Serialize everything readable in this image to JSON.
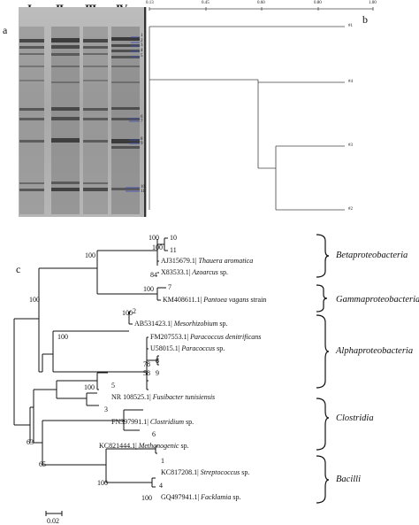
{
  "panels": {
    "a": "a",
    "b": "b",
    "c": "c"
  },
  "gel": {
    "lanes": [
      "I",
      "II",
      "III",
      "IV"
    ],
    "band_numbers": [
      "1",
      "2",
      "3",
      "4",
      "5",
      "6",
      "7",
      "8",
      "9",
      "10",
      "11"
    ]
  },
  "dendrogram": {
    "scale_ticks": [
      "0.13",
      "0.45",
      "0.60",
      "0.80",
      "1.00"
    ],
    "leaves": [
      "#1",
      "#4",
      "#3",
      "#2"
    ]
  },
  "tree": {
    "taxa": {
      "t10": "10",
      "t11": "11",
      "thauera_acc": "AJ315679.1|",
      "thauera_sp": "Thauera aromatica",
      "azoarcus_acc": "X83533.1|",
      "azoarcus_sp": "Azoarcus",
      "azoarcus_suffix": "sp.",
      "t7": "7",
      "pantoea_acc": "KM408611.1|",
      "pantoea_sp": "Pantoea vagans",
      "pantoea_suffix": "strain",
      "t2": "2",
      "meso_acc": "AB531423.1|",
      "meso_sp": "Mesorhizobium",
      "meso_suffix": "sp.",
      "paracoccus_den_acc": "FM207553.1|",
      "paracoccus_den_sp": "Paracoccus denitrificans",
      "paracoccus_acc": "U58015.1|",
      "paracoccus_sp": "Paracoccus",
      "paracoccus_suffix": "sp.",
      "t8": "8",
      "t9": "9",
      "t5": "5",
      "fusibacter_acc": "NR 108525.1|",
      "fusibacter_sp": "Fusibacter tunisiensis",
      "t3": "3",
      "clostridium_acc": "FN397991.1|",
      "clostridium_sp": "Clostridium",
      "clostridium_suffix": "sp.",
      "t6": "6",
      "methanogenic_acc": "KC821444.1|",
      "methanogenic_sp": "Methanogenic",
      "methanogenic_suffix": "sp.",
      "t1": "1",
      "strepto_acc": "KC817208.1|",
      "strepto_sp": "Streptococcus",
      "strepto_suffix": "sp.",
      "t4": "4",
      "facklamia_acc": "GQ497941.1|",
      "facklamia_sp": "Facklamia",
      "facklamia_suffix": "sp."
    },
    "bootstraps": {
      "b1": "100",
      "b2": "100",
      "b3": "84",
      "b4": "100",
      "b5": "100",
      "b6": "100",
      "b7": "78",
      "b8": "58",
      "b9": "100",
      "b10": "100",
      "b11": "100",
      "b12": "63",
      "b13": "65",
      "b14": "100",
      "b15": "100"
    },
    "groups": [
      "Betaproteobacteria",
      "Gammaproteobacteria",
      "Alphaproteobacteria",
      "Clostridia",
      "Bacilli"
    ],
    "scale_bar_label": "0.02"
  }
}
